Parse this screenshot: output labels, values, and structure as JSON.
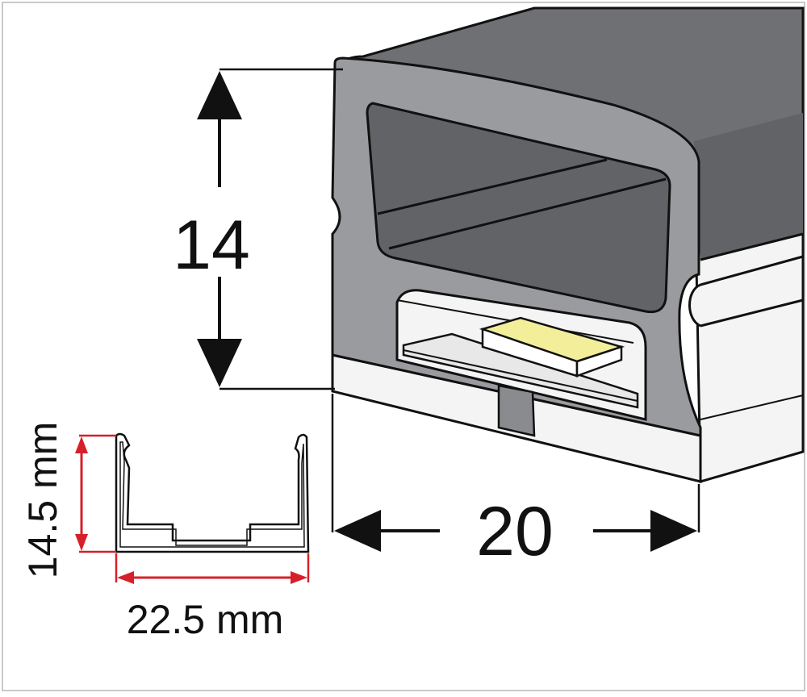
{
  "labels": {
    "height_profile": "14",
    "width_profile": "20",
    "channel_height": "14.5 mm",
    "channel_width": "22.5 mm"
  },
  "colors": {
    "housing_face": "#9a9b9e",
    "housing_top": "#707174",
    "housing_dark": "#626366",
    "side_panel": "#f4f4f4",
    "led_chip": "#f3ee9a",
    "channel_dimension": "#d6202a",
    "frame_border": "#c9c9c9",
    "line": "#111111"
  }
}
